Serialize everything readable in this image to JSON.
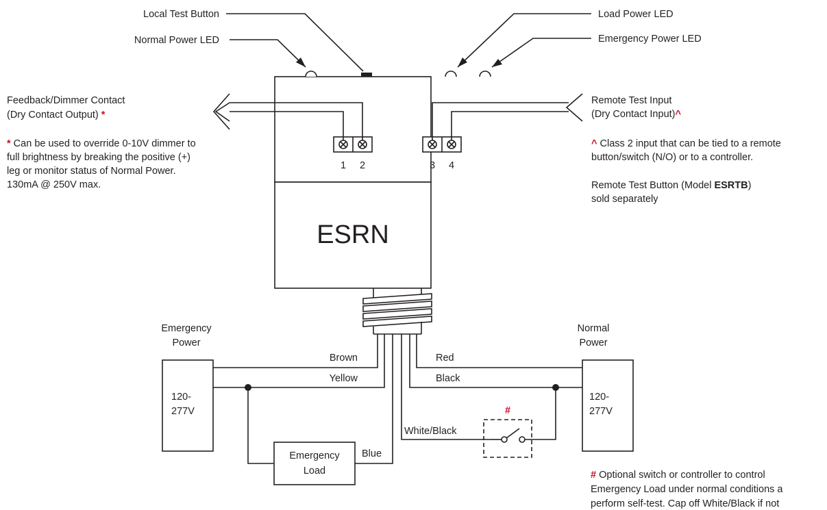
{
  "callouts": {
    "local_test_button": "Local Test Button",
    "normal_power_led": "Normal Power LED",
    "load_power_led": "Load Power LED",
    "emergency_power_led": "Emergency Power LED"
  },
  "feedback": {
    "line1": "Feedback/Dimmer Contact",
    "line2": "(Dry Contact Output) ",
    "marker": "*"
  },
  "feedback_note": {
    "marker": "*",
    "line1": " Can be used to override 0-10V dimmer to",
    "line2": "full brightness by breaking the positive (+)",
    "line3": "leg or monitor status of Normal Power.",
    "line4": "130mA @ 250V max."
  },
  "remote": {
    "line1": "Remote Test Input",
    "line2": "(Dry Contact Input)",
    "marker": "^"
  },
  "remote_note": {
    "marker": "^",
    "line1": " Class 2 input that can be tied to a remote",
    "line2": "button/switch (N/O) or to a controller.",
    "line3a": "Remote Test Button (Model ",
    "line3b": "ESRTB",
    "line3c": ")",
    "line4": "sold separately"
  },
  "terminals": [
    "1",
    "2",
    "3",
    "4"
  ],
  "device_name": "ESRN",
  "emergency_power": {
    "line1": "Emergency",
    "line2": "Power",
    "v1": "120-",
    "v2": "277V"
  },
  "normal_power": {
    "line1": "Normal",
    "line2": "Power",
    "v1": "120-",
    "v2": "277V"
  },
  "wires": {
    "brown": "Brown",
    "yellow": "Yellow",
    "red": "Red",
    "black": "Black",
    "white_black": "White/Black",
    "blue": "Blue"
  },
  "load": {
    "line1": "Emergency",
    "line2": "Load"
  },
  "switch_marker": "#",
  "switch_note": {
    "marker": "#",
    "line1": " Optional switch or controller to control",
    "line2": "Emergency Load under normal conditions a",
    "line3": "perform self-test. Cap off White/Black if not"
  }
}
